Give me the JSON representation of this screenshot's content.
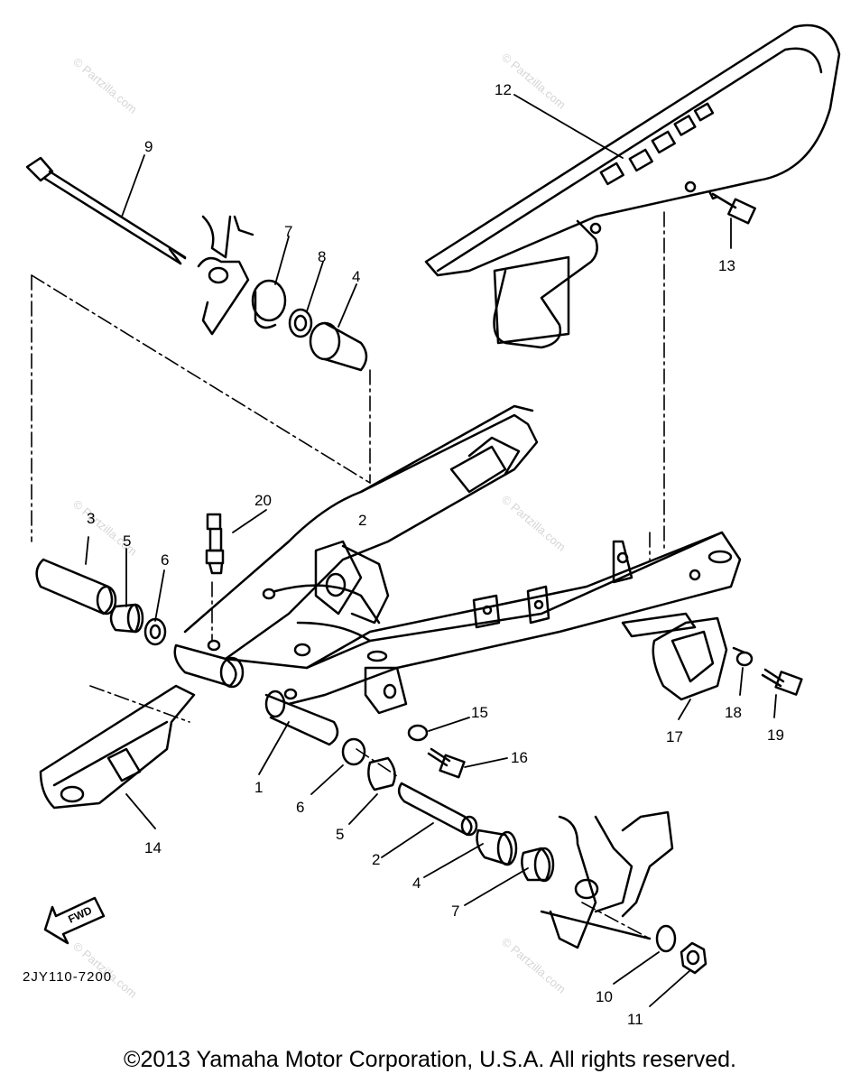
{
  "diagram_code": "2JY110-7200",
  "fwd_label": "FWD",
  "copyright": "©2013 Yamaha Motor Corporation, U.S.A. All rights reserved.",
  "watermark": "© Partzilla.com",
  "callouts": [
    {
      "id": "c1",
      "text": "1"
    },
    {
      "id": "c2a",
      "text": "2"
    },
    {
      "id": "c2b",
      "text": "2"
    },
    {
      "id": "c3",
      "text": "3"
    },
    {
      "id": "c4a",
      "text": "4"
    },
    {
      "id": "c4b",
      "text": "4"
    },
    {
      "id": "c5a",
      "text": "5"
    },
    {
      "id": "c5b",
      "text": "5"
    },
    {
      "id": "c6a",
      "text": "6"
    },
    {
      "id": "c6b",
      "text": "6"
    },
    {
      "id": "c7a",
      "text": "7"
    },
    {
      "id": "c7b",
      "text": "7"
    },
    {
      "id": "c8",
      "text": "8"
    },
    {
      "id": "c9",
      "text": "9"
    },
    {
      "id": "c10",
      "text": "10"
    },
    {
      "id": "c11",
      "text": "11"
    },
    {
      "id": "c12",
      "text": "12"
    },
    {
      "id": "c13",
      "text": "13"
    },
    {
      "id": "c14",
      "text": "14"
    },
    {
      "id": "c15",
      "text": "15"
    },
    {
      "id": "c16",
      "text": "16"
    },
    {
      "id": "c17",
      "text": "17"
    },
    {
      "id": "c18",
      "text": "18"
    },
    {
      "id": "c19",
      "text": "19"
    },
    {
      "id": "c20",
      "text": "20"
    }
  ]
}
